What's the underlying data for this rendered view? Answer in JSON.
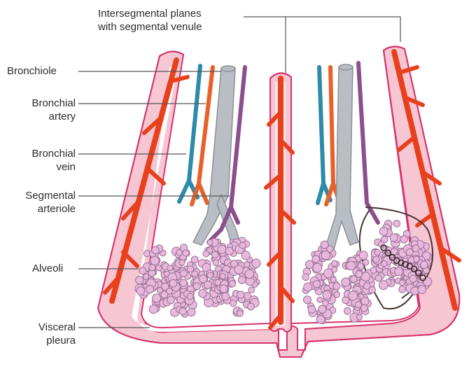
{
  "labels": {
    "intersegmental": [
      "Intersegmental planes",
      "with segmental venule"
    ],
    "bronchiole": "Bronchiole",
    "bronchial_artery": [
      "Bronchial",
      "artery"
    ],
    "bronchial_vein": [
      "Bronchial",
      "vein"
    ],
    "segmental_arteriole": [
      "Segmental",
      "arteriole"
    ],
    "alveoli": "Alveoli",
    "visceral_pleura": [
      "Visceral",
      "pleura"
    ]
  },
  "colors": {
    "pleura_fill": "#f6c6d2",
    "pleura_stroke": "#d6336c",
    "venule": "#e8401c",
    "venule_dark": "#b8260c",
    "bronchial_artery": "#e8602a",
    "bronchial_vein": "#2d8aa8",
    "bronchiole": "#b9bec4",
    "bronchiole_stroke": "#8a9096",
    "arteriole": "#8a4f8c",
    "alveoli": "#e7b8dc",
    "alveoli_stroke": "#9a6f95",
    "capillary": "#3a2a2a",
    "leader": "#555555"
  }
}
